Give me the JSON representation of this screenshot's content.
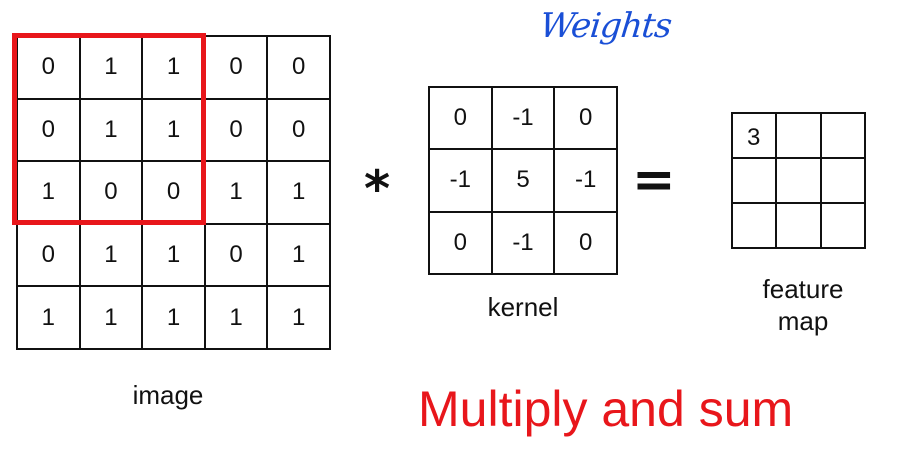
{
  "image": {
    "label": "image",
    "rows": [
      [
        "0",
        "1",
        "1",
        "0",
        "0"
      ],
      [
        "0",
        "1",
        "1",
        "0",
        "0"
      ],
      [
        "1",
        "0",
        "0",
        "1",
        "1"
      ],
      [
        "0",
        "1",
        "1",
        "0",
        "1"
      ],
      [
        "1",
        "1",
        "1",
        "1",
        "1"
      ]
    ]
  },
  "kernel": {
    "label": "kernel",
    "annotation": "Weights",
    "rows": [
      [
        "0",
        "-1",
        "0"
      ],
      [
        "-1",
        "5",
        "-1"
      ],
      [
        "0",
        "-1",
        "0"
      ]
    ]
  },
  "feature_map": {
    "label_line1": "feature",
    "label_line2": "map",
    "rows": [
      [
        "3",
        "",
        ""
      ],
      [
        "",
        "",
        ""
      ],
      [
        "",
        "",
        ""
      ]
    ]
  },
  "operators": {
    "convolve": "*",
    "equals": "="
  },
  "caption": "Multiply and sum",
  "colors": {
    "highlight": "#e8161b",
    "annotation": "#1a4fd6"
  }
}
